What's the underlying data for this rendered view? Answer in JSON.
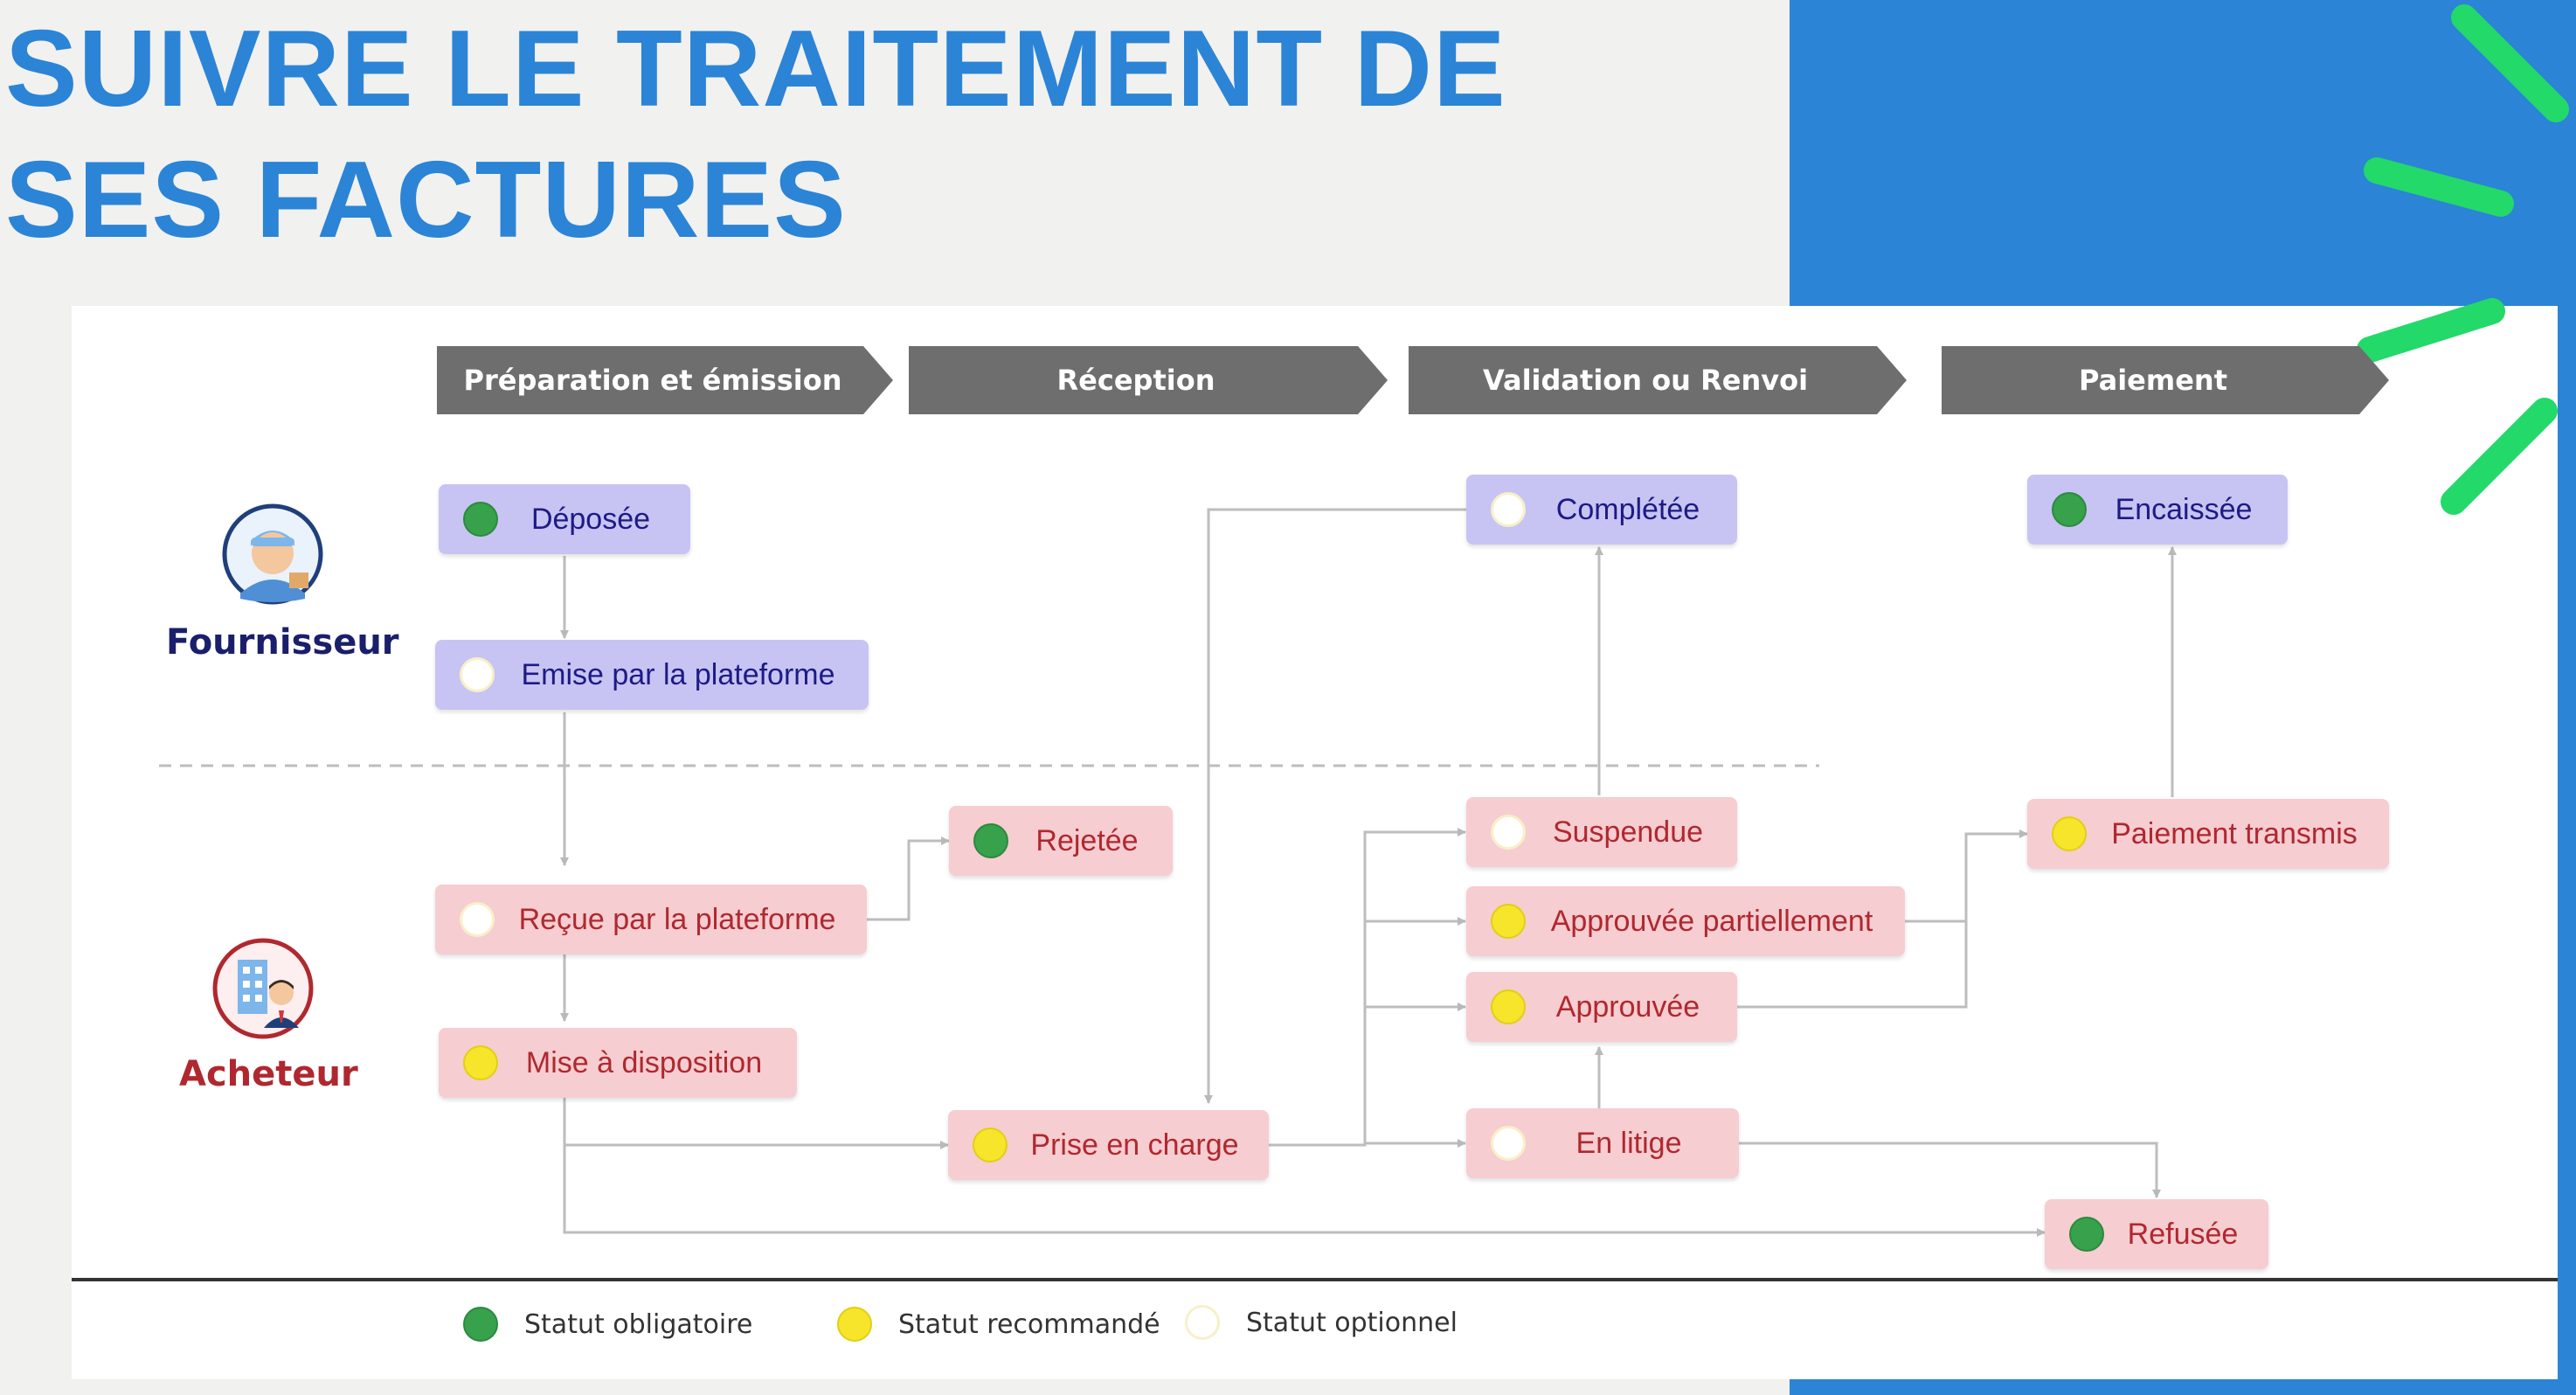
{
  "title": {
    "line1": "SUIVRE LE TRAITEMENT DE",
    "line2": "SES FACTURES"
  },
  "colors": {
    "accent_blue": "#2b84d6",
    "deco_green": "#22d96a",
    "phase_gray": "#6e6e6e",
    "supplier_node": "#c7c4f3",
    "buyer_node": "#f6cdd1",
    "status_green": "#37a14b",
    "status_yellow": "#f6e52a"
  },
  "phases": [
    {
      "label": "Préparation et émission"
    },
    {
      "label": "Réception"
    },
    {
      "label": "Validation ou Renvoi"
    },
    {
      "label": "Paiement"
    }
  ],
  "actors": {
    "supplier": {
      "label": "Fournisseur",
      "icon": "supplier-avatar-icon"
    },
    "buyer": {
      "label": "Acheteur",
      "icon": "buyer-avatar-icon"
    }
  },
  "nodes": {
    "deposee": {
      "label": "Déposée",
      "status": "obligatoire"
    },
    "emise": {
      "label": "Emise par la plateforme",
      "status": "optionnel"
    },
    "recue": {
      "label": "Reçue par la plateforme",
      "status": "optionnel"
    },
    "mise": {
      "label": "Mise à disposition",
      "status": "recommandé"
    },
    "rejetee": {
      "label": "Rejetée",
      "status": "obligatoire"
    },
    "prise": {
      "label": "Prise en charge",
      "status": "recommandé"
    },
    "completee": {
      "label": "Complétée",
      "status": "optionnel"
    },
    "suspendue": {
      "label": "Suspendue",
      "status": "optionnel"
    },
    "approuvee_part": {
      "label": "Approuvée partiellement",
      "status": "recommandé"
    },
    "approuvee": {
      "label": "Approuvée",
      "status": "recommandé"
    },
    "litige": {
      "label": "En litige",
      "status": "optionnel"
    },
    "encaissee": {
      "label": "Encaissée",
      "status": "obligatoire"
    },
    "paiement_transmis": {
      "label": "Paiement transmis",
      "status": "recommandé"
    },
    "refusee": {
      "label": "Refusée",
      "status": "obligatoire"
    }
  },
  "legend": [
    {
      "label": "Statut obligatoire",
      "color": "green"
    },
    {
      "label": "Statut recommandé",
      "color": "yellow"
    },
    {
      "label": "Statut optionnel",
      "color": "white"
    }
  ]
}
